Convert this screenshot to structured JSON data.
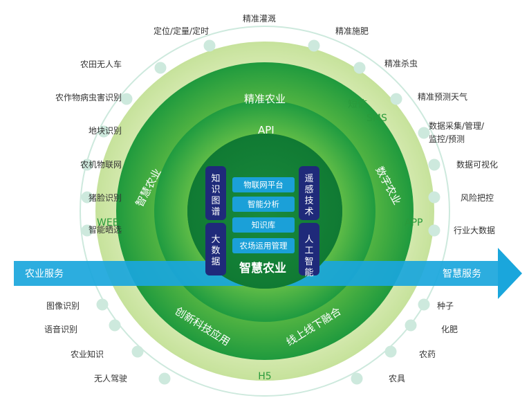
{
  "center": {
    "title": "智慧农业",
    "pills": [
      "物联网平台",
      "智能分析",
      "知识库",
      "农场运用管理"
    ],
    "left_boxes": [
      "知识图谱",
      "大数据"
    ],
    "right_boxes": [
      "遥感技术",
      "人工智能"
    ]
  },
  "ring_inner": {
    "top": "API",
    "left": "智慧农业",
    "right": "数字农业",
    "bottom_left": "创新科技应用",
    "bottom_right": "线上线下融合"
  },
  "ring_outer": {
    "top": "精准农业",
    "tl_top": "短信",
    "tl_bottom": "SMS",
    "left": "WEB",
    "right": "APP",
    "bottom": "H5"
  },
  "banner": {
    "left": "农业服务",
    "right": "智慧服务"
  },
  "labels": {
    "top": [
      "定位/定量/定时",
      "精准灌溉",
      "精准施肥",
      "精准杀虫",
      "精准预测天气"
    ],
    "left": [
      "农田无人车",
      "农作物病虫害识别",
      "地块识别",
      "农机物联网",
      "猪脸识别",
      "智能晒选"
    ],
    "right": [
      "数据采集/管理/",
      "监控/预测",
      "数据可视化",
      "风险把控",
      "行业大数据"
    ],
    "bottom_left": [
      "图像识别",
      "语音识别",
      "农业知识",
      "无人驾驶"
    ],
    "bottom_right": [
      "种子",
      "化肥",
      "农药",
      "农具"
    ]
  },
  "colors": {
    "outer_ring": "#cfe6a6",
    "mid_ring": "#2fa84a",
    "core": "#1d8a3a",
    "navy": "#1f2a7a",
    "pill": "#1ba0d8",
    "banner": "#1aa6dc",
    "dot": "#cde9dd"
  }
}
